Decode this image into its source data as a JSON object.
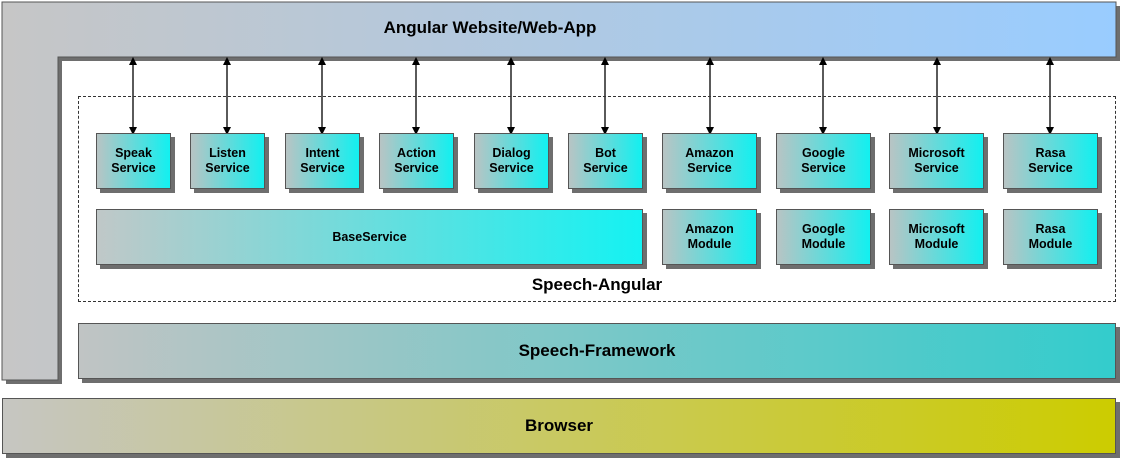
{
  "app": {
    "title": "Angular Website/Web-App"
  },
  "speech_angular": {
    "label": "Speech-Angular",
    "services": [
      {
        "label": "Speak\nService"
      },
      {
        "label": "Listen\nService"
      },
      {
        "label": "Intent\nService"
      },
      {
        "label": "Action\nService"
      },
      {
        "label": "Dialog\nService"
      },
      {
        "label": "Bot\nService"
      },
      {
        "label": "Amazon\nService"
      },
      {
        "label": "Google\nService"
      },
      {
        "label": "Microsoft\nService"
      },
      {
        "label": "Rasa\nService"
      }
    ],
    "base_service": "BaseService",
    "modules": [
      {
        "label": "Amazon\nModule"
      },
      {
        "label": "Google\nModule"
      },
      {
        "label": "Microsoft\nModule"
      },
      {
        "label": "Rasa\nModule"
      }
    ]
  },
  "speech_framework": {
    "label": "Speech-Framework"
  },
  "browser": {
    "label": "Browser"
  }
}
